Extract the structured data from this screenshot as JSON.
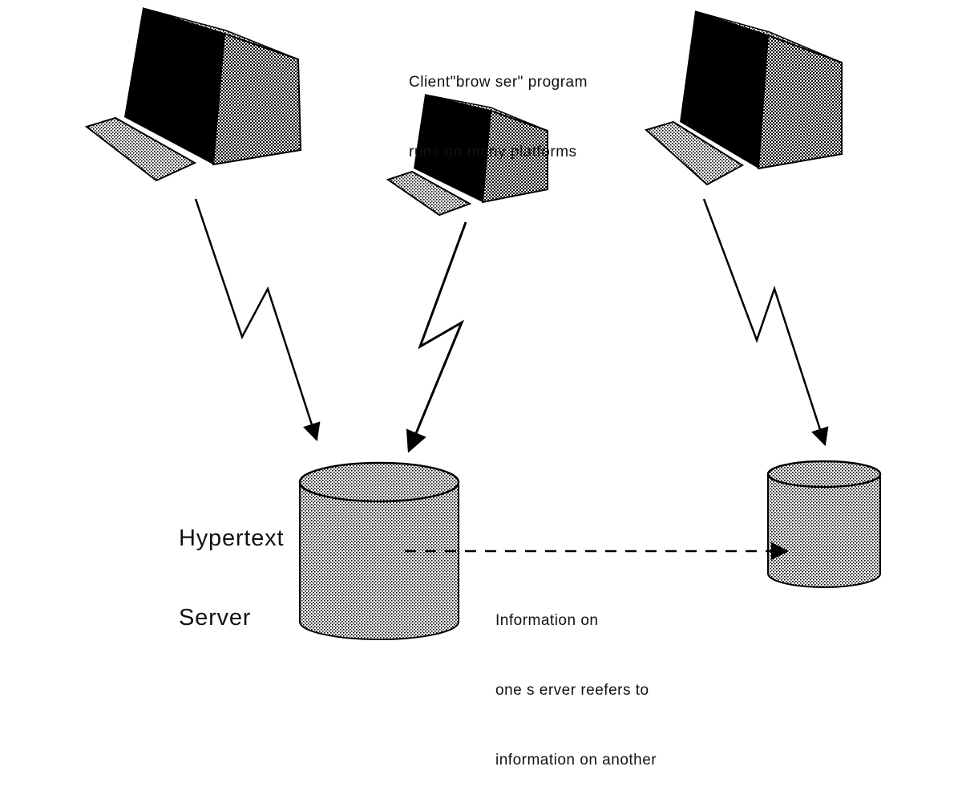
{
  "labels": {
    "client_note": [
      "Client\"brow ser\" program",
      "runs on many platforms"
    ],
    "server_label": [
      "Hypertext",
      "Server"
    ],
    "link_note": [
      "Information on",
      "one s erver reefers to",
      "information on another"
    ]
  },
  "colors": {
    "ink": "#000000",
    "screen_body": "#1a1a1a",
    "stipple_dark": "#555555",
    "stipple_light": "#bdbdbd",
    "background": "#ffffff"
  },
  "icons": [
    "computer-icon",
    "computer-icon",
    "computer-icon",
    "database-icon",
    "database-icon"
  ]
}
